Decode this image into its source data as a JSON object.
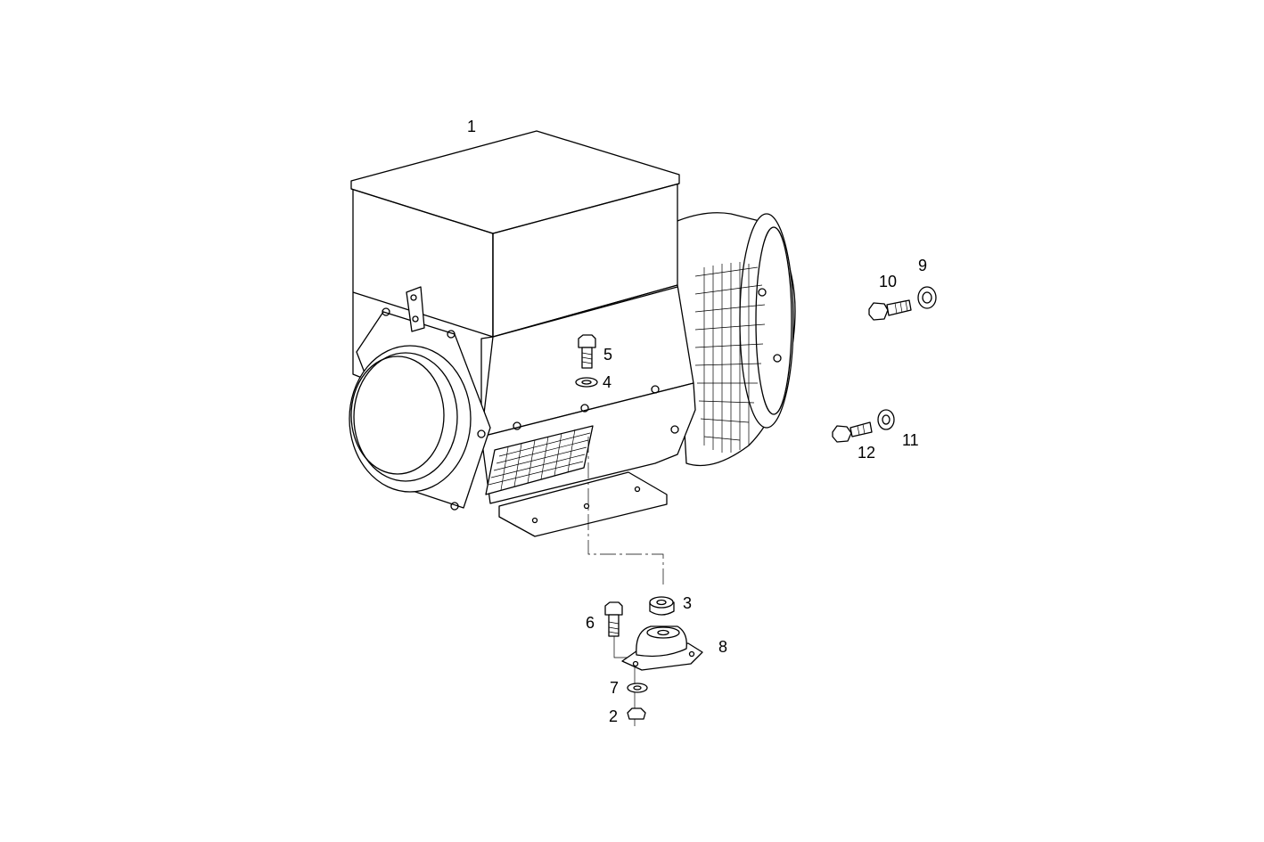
{
  "callouts": [
    {
      "id": "1",
      "part": "alternator"
    },
    {
      "id": "2",
      "part": "nut"
    },
    {
      "id": "3",
      "part": "spacer"
    },
    {
      "id": "4",
      "part": "washer"
    },
    {
      "id": "5",
      "part": "bolt"
    },
    {
      "id": "6",
      "part": "bolt"
    },
    {
      "id": "7",
      "part": "washer"
    },
    {
      "id": "8",
      "part": "anti-vibration-mount"
    },
    {
      "id": "9",
      "part": "washer"
    },
    {
      "id": "10",
      "part": "bolt"
    },
    {
      "id": "11",
      "part": "washer"
    },
    {
      "id": "12",
      "part": "bolt"
    }
  ],
  "colors": {
    "line": "#000000",
    "background": "#ffffff"
  }
}
